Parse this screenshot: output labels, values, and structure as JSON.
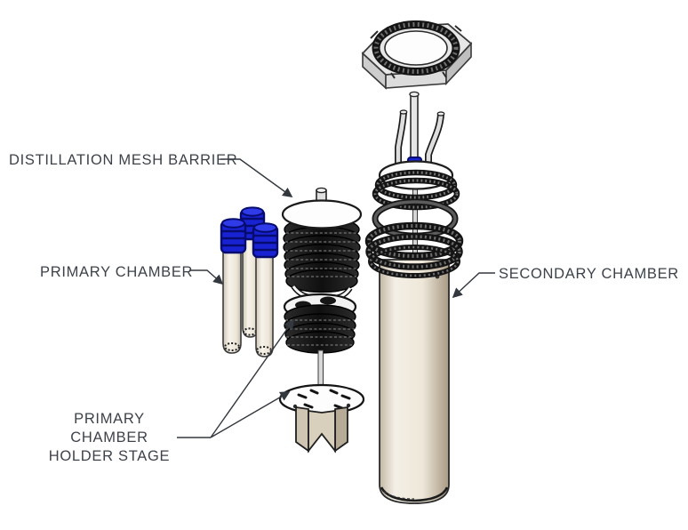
{
  "diagram": {
    "kind": "exploded-assembly-technical-drawing",
    "labels": {
      "mesh_barrier": "DISTILLATION MESH BARRIER",
      "primary_chamber": "PRIMARY CHAMBER",
      "holder_stage_line1": "PRIMARY CHAMBER",
      "holder_stage_line2": "HOLDER STAGE",
      "secondary_chamber": "SECONDARY CHAMBER"
    },
    "parts": [
      {
        "name": "hex-locking-nut"
      },
      {
        "name": "lid-with-probe-tubes"
      },
      {
        "name": "o-ring-seal"
      },
      {
        "name": "threaded-collar"
      },
      {
        "name": "secondary-chamber-cylinder"
      },
      {
        "name": "distillation-mesh-barrier"
      },
      {
        "name": "primary-chamber-test-tubes"
      },
      {
        "name": "primary-chamber-holder-rings"
      },
      {
        "name": "primary-chamber-holder-stand"
      }
    ],
    "colors": {
      "label_text": "#3d424a",
      "leader_line": "#33383e",
      "cap_blue": "#1822d2",
      "cap_blue_dark": "#060b6e",
      "chamber_body_light": "#f4efe6",
      "chamber_body_shade": "#c9bfae",
      "stand_fin_tan": "#cfc5b2",
      "dark_component": "#141414",
      "metal_light": "#e3e3e3",
      "background": "#ffffff"
    }
  }
}
